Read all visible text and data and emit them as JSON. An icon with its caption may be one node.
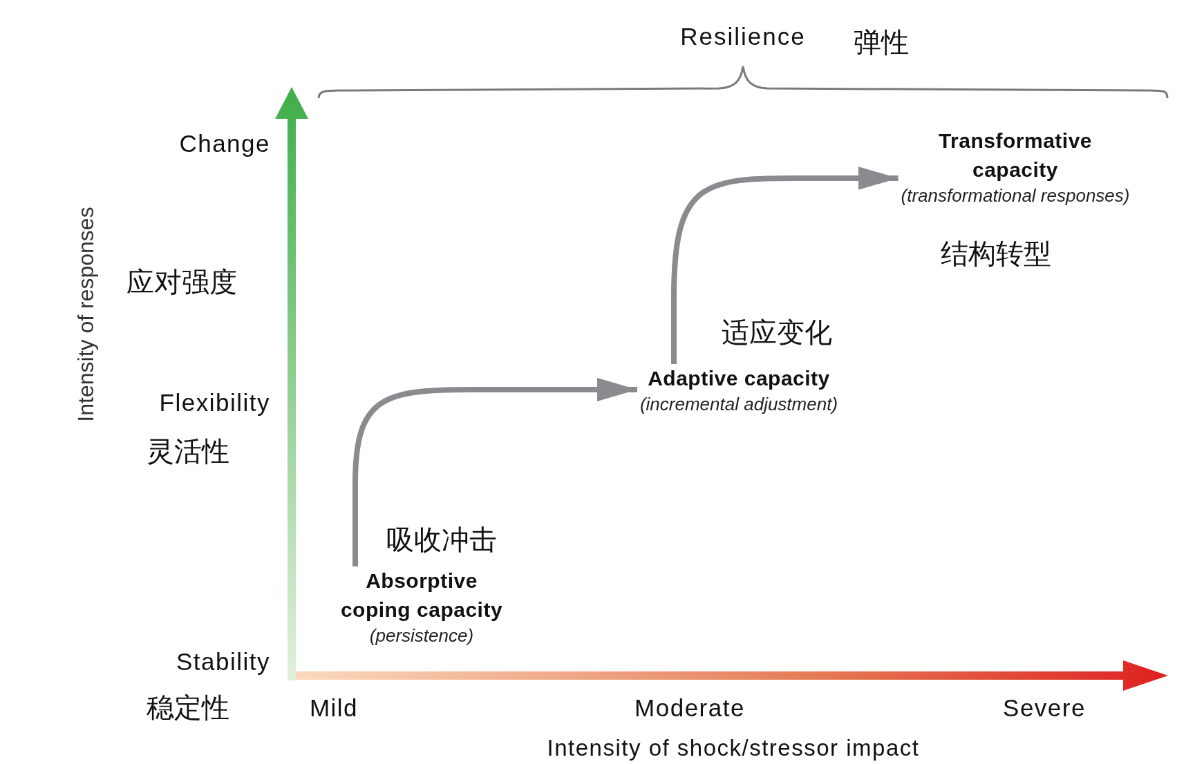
{
  "diagram": {
    "nodes": [
      {
        "text": [
          "Absorptive coping capacity",
          "(persistence)"
        ],
        "beside": [
          "吸收冲击"
        ]
      },
      {
        "text": [
          "Adaptive capacity",
          "(incremental adjustment)"
        ],
        "beside": [
          "适应变化"
        ]
      },
      {
        "text": [
          "Transformative capacity",
          "(transformational responses)"
        ],
        "beside": [
          "结构转型"
        ]
      }
    ],
    "edges": [
      {
        "from": 0,
        "to": 1,
        "arrow": "to"
      },
      {
        "from": 1,
        "to": 2,
        "arrow": "to"
      }
    ],
    "labels": [
      "Resilience",
      "弹性",
      "Change",
      "应对强度",
      "Intensity of responses",
      "Flexibility",
      "灵活性",
      "Stability",
      "稳定性",
      "Mild",
      "Moderate",
      "Severe",
      "Intensity of shock/stressor impact"
    ]
  }
}
